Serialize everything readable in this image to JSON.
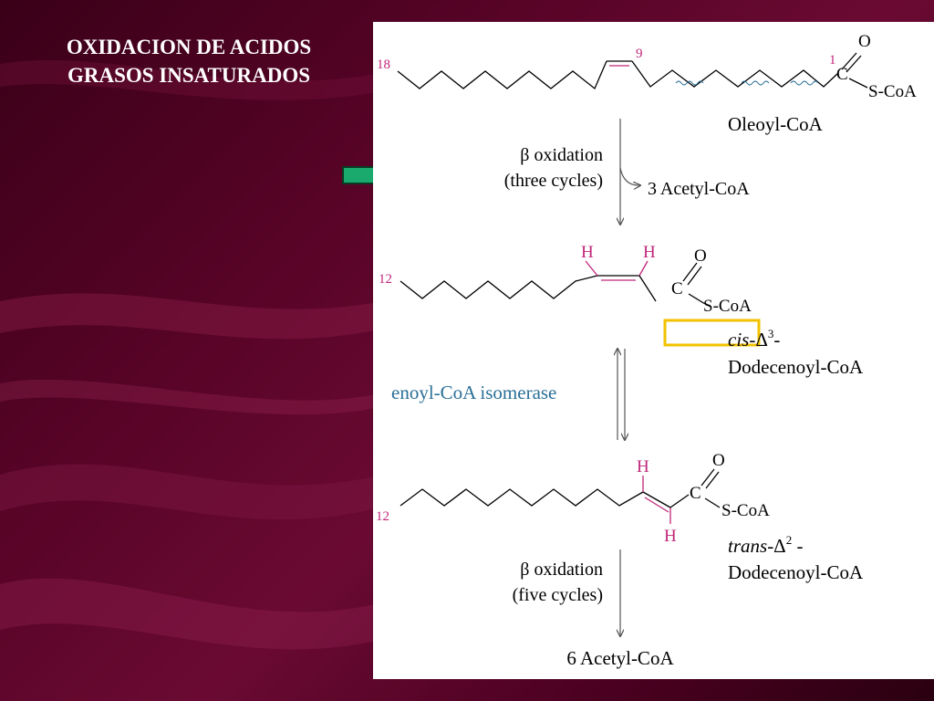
{
  "slide": {
    "title_line1": "OXIDACION DE ACIDOS",
    "title_line2": "GRASOS INSATURADOS"
  },
  "diagram": {
    "oleoyl": {
      "c18": "18",
      "c9": "9",
      "c1": "1",
      "carbonyl_c": "C",
      "carbonyl_o": "O",
      "scoa": "S-CoA",
      "name": "Oleoyl-CoA"
    },
    "step1": {
      "label_line1": "β oxidation",
      "label_line2": "(three cycles)",
      "product": "3 Acetyl-CoA"
    },
    "cis_dodecenoyl": {
      "c12": "12",
      "h_left": "H",
      "h_right": "H",
      "carbonyl_c": "C",
      "carbonyl_o": "O",
      "scoa": "S-CoA",
      "prefix": "cis",
      "delta": "-Δ",
      "position": "3",
      "hyphen": "-",
      "name_line2": "Dodecenoyl-CoA"
    },
    "enzyme": {
      "label": "enoyl-CoA isomerase",
      "color": "#2a6f97"
    },
    "trans_dodecenoyl": {
      "c12": "12",
      "h_top": "H",
      "h_bottom": "H",
      "carbonyl_c": "C",
      "carbonyl_o": "O",
      "scoa": "S-CoA",
      "prefix": "trans",
      "delta": "-Δ",
      "position": "2",
      "hyphen": " -",
      "name_line2": "Dodecenoyl-CoA"
    },
    "step2": {
      "label_line1": "β oxidation",
      "label_line2": "(five cycles)",
      "product": "6 Acetyl-CoA"
    },
    "colors": {
      "highlight": "#c0267a",
      "wavy": "#2a6f97",
      "box": "#f2c200",
      "pointer_arrow": "#1aaa6e"
    }
  }
}
